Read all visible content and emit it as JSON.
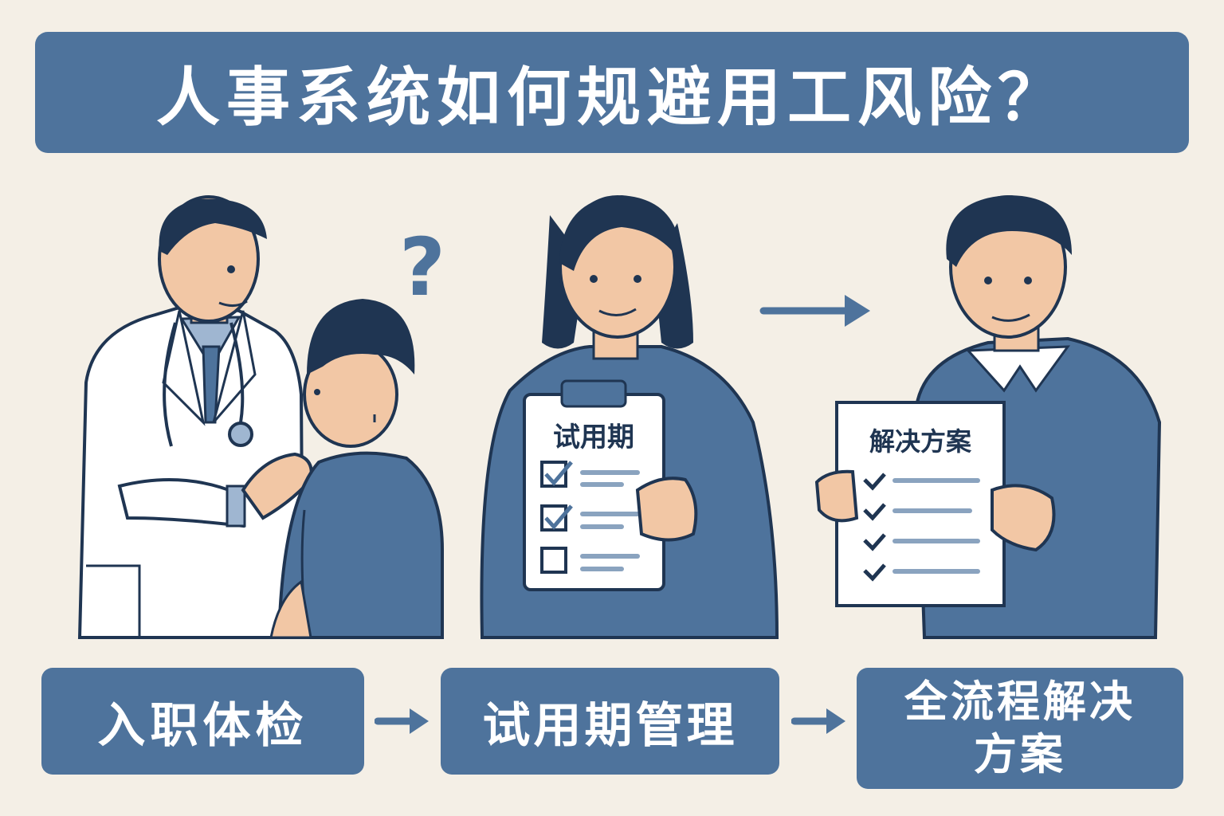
{
  "title": "人事系统如何规避用工风险？",
  "illustration": {
    "question_mark": "?",
    "clipboard_title": "试用期",
    "plan_sheet_title": "解决方案",
    "clipboard_items": [
      {
        "checked": true
      },
      {
        "checked": true
      },
      {
        "checked": false
      }
    ],
    "plan_items_count_label": ""
  },
  "steps": [
    {
      "label": "入职体检"
    },
    {
      "label": "试用期管理"
    },
    {
      "label_line1": "全流程解决",
      "label_line2": "方案"
    }
  ],
  "colors": {
    "background": "#f4efe6",
    "accent_blue": "#4e739c",
    "dark_navy": "#1f3552",
    "skin": "#f2c7a5",
    "white": "#ffffff"
  },
  "icons": [
    "question-mark-icon",
    "arrow-right-icon",
    "checkbox-checked-icon",
    "checkbox-empty-icon",
    "check-icon",
    "stethoscope-icon"
  ]
}
